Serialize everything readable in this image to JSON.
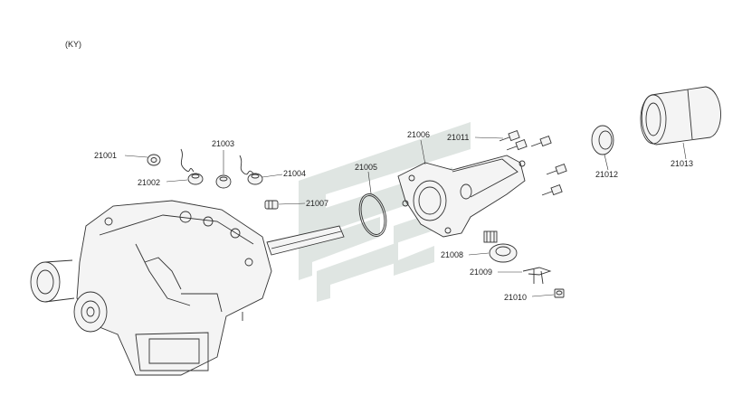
{
  "diagram": {
    "variant_code": "(KY)",
    "part_numbers": {
      "p21001": "21001",
      "p21002": "21002",
      "p21003": "21003",
      "p21004": "21004",
      "p21005": "21005",
      "p21006": "21006",
      "p21007": "21007",
      "p21008": "21008",
      "p21009": "21009",
      "p21010": "21010",
      "p21011": "21011",
      "p21012": "21012",
      "p21013": "21013"
    },
    "watermark_color": "#dfe5e2",
    "line_color": "#333333"
  }
}
